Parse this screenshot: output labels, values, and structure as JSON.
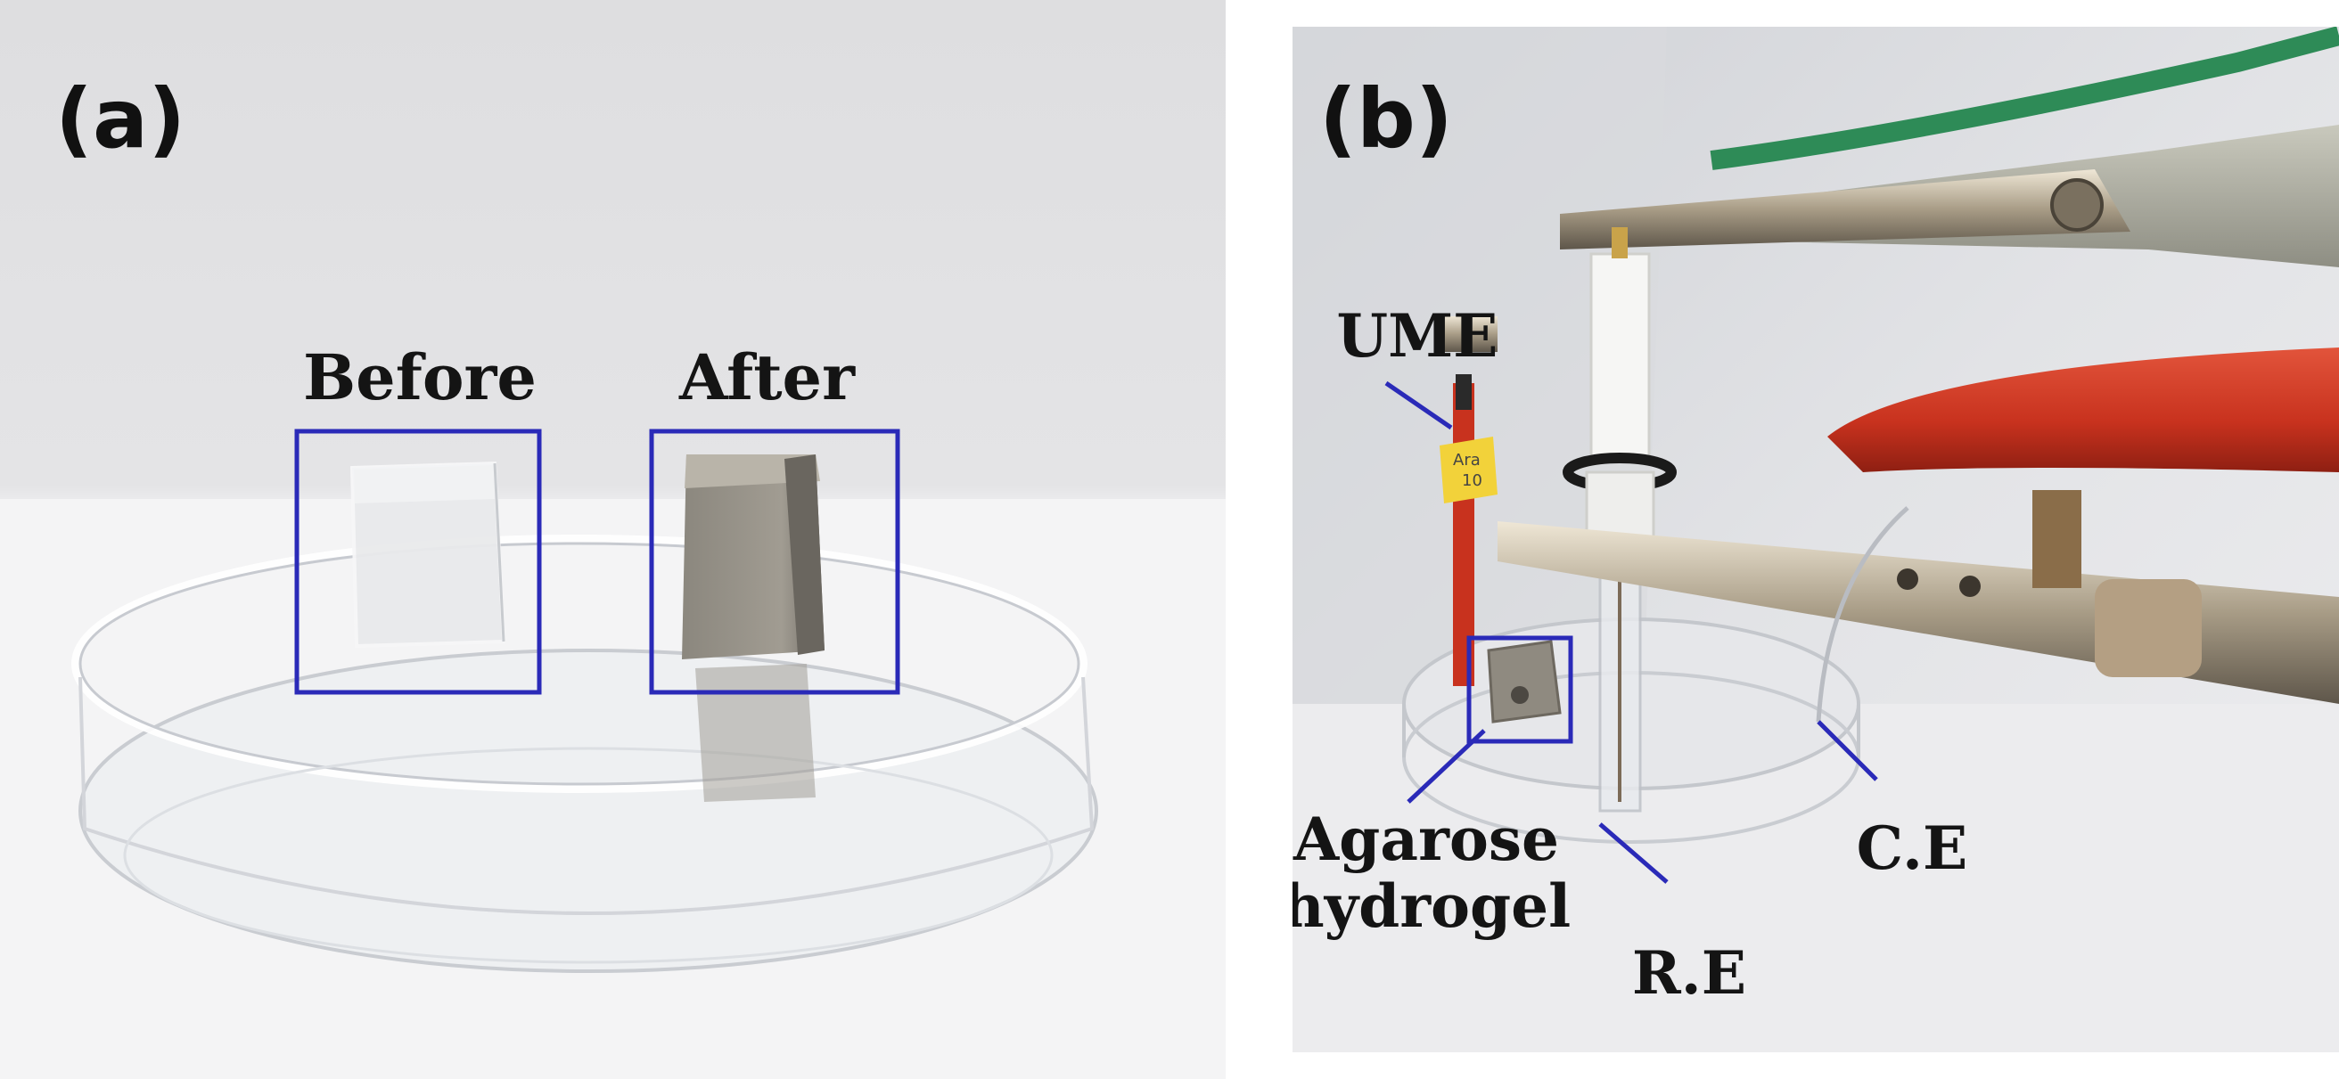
{
  "panel_a": {
    "label": "(a)",
    "before_label": "Before",
    "after_label": "After"
  },
  "panel_b": {
    "label": "(b)",
    "ume_label": "UME",
    "agarose_label_line1": "Agarose",
    "agarose_label_line2": "hydrogel",
    "re_label": "R.E",
    "ce_label": "C.E",
    "tag_text_line1": "Ara",
    "tag_text_line2": "10"
  },
  "colors": {
    "box_blue": "#2a2ab8",
    "pointer_blue": "#2a2ab8",
    "clip_red": "#c8321e",
    "wire_green": "#2e8b57"
  }
}
